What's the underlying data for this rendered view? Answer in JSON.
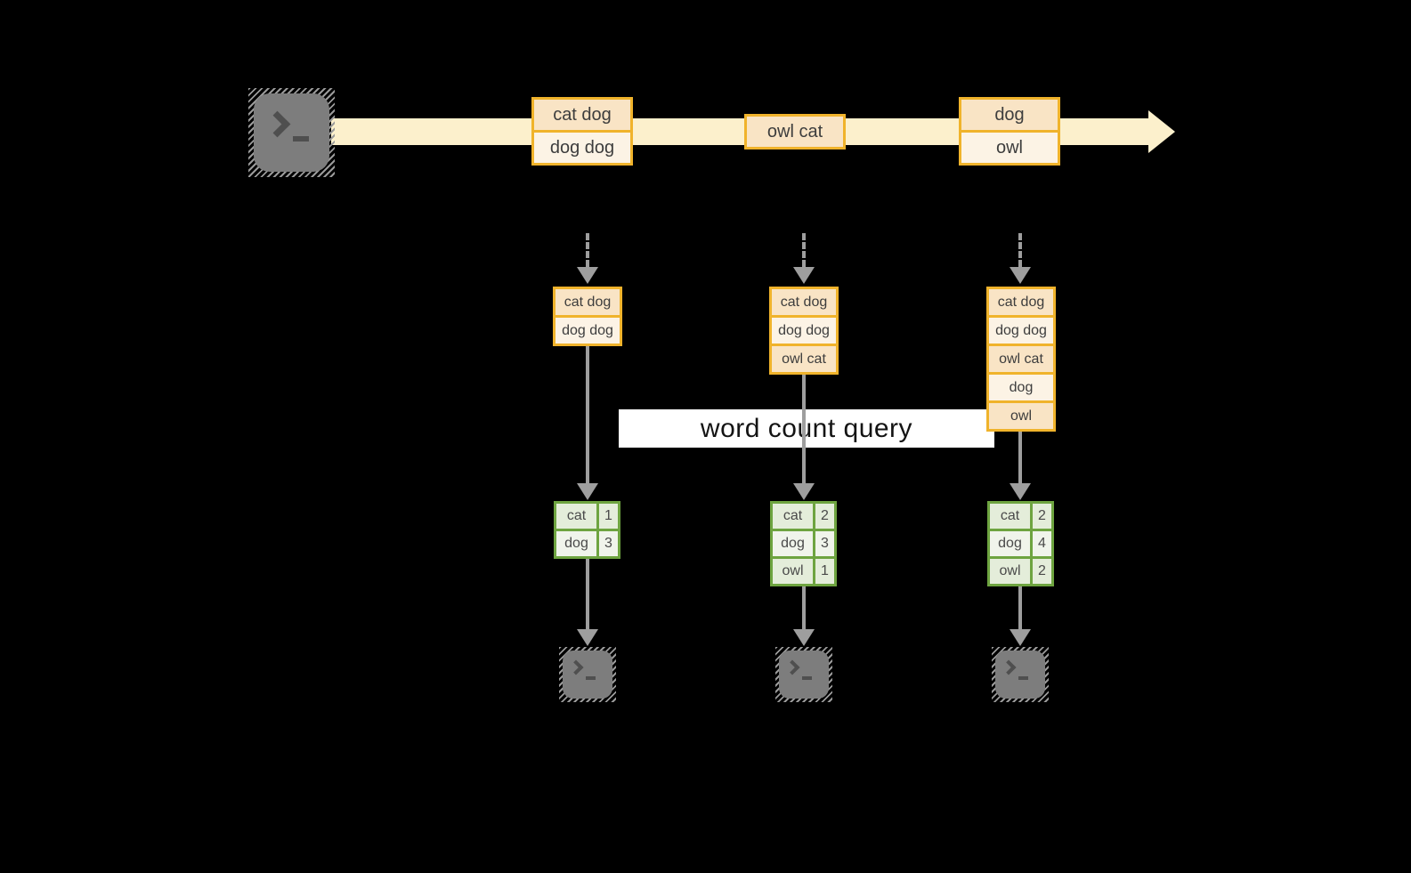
{
  "title": "streaming word count diagram",
  "colors": {
    "background": "#000000",
    "stream_band": "#fcf0cc",
    "event_border": "#f0b32b",
    "event_fill_dark": "#f9e4c5",
    "event_fill_light": "#fcf3e5",
    "table_border": "#6ea440",
    "table_fill_dark": "#e4edda",
    "table_fill_light": "#f0f4eb",
    "arrow_gray": "#9e9e9e",
    "terminal_gray": "#7d7d7d",
    "query_bg": "#ffffff"
  },
  "icons": {
    "source": "terminal-prompt-icon",
    "sink": "terminal-prompt-icon",
    "stream": "arrow-right",
    "flow": "arrow-down"
  },
  "timeline": {
    "events": [
      {
        "lines": [
          "cat dog",
          "dog dog"
        ]
      },
      {
        "lines": [
          "owl cat"
        ]
      },
      {
        "lines": [
          "dog",
          "owl"
        ]
      }
    ]
  },
  "query_label": "word count query",
  "columns": [
    {
      "buffer": [
        "cat dog",
        "dog dog"
      ],
      "counts": [
        {
          "word": "cat",
          "count": "1"
        },
        {
          "word": "dog",
          "count": "3"
        }
      ]
    },
    {
      "buffer": [
        "cat dog",
        "dog dog",
        "owl cat"
      ],
      "counts": [
        {
          "word": "cat",
          "count": "2"
        },
        {
          "word": "dog",
          "count": "3"
        },
        {
          "word": "owl",
          "count": "1"
        }
      ]
    },
    {
      "buffer": [
        "cat dog",
        "dog dog",
        "owl cat",
        "dog",
        "owl"
      ],
      "counts": [
        {
          "word": "cat",
          "count": "2"
        },
        {
          "word": "dog",
          "count": "4"
        },
        {
          "word": "owl",
          "count": "2"
        }
      ]
    }
  ]
}
